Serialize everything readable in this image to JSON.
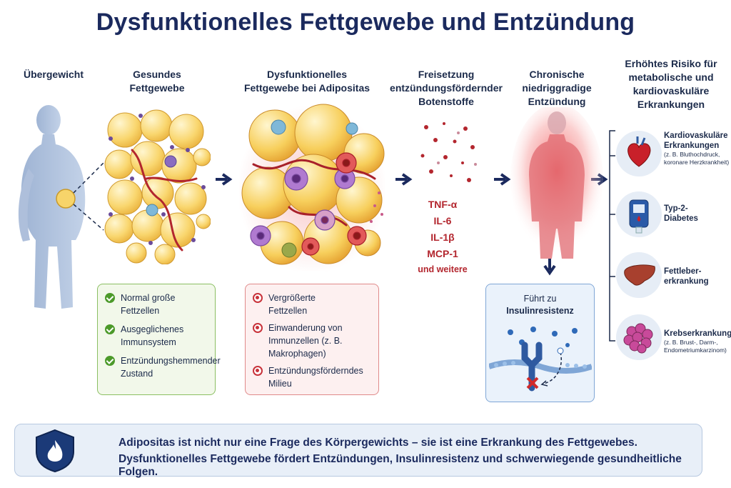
{
  "title": "Dysfunktionelles Fettgewebe und Entzündung",
  "columns": {
    "overweight": "Übergewicht",
    "healthy": [
      "Gesundes",
      "Fettgewebe"
    ],
    "dysfunctional": [
      "Dysfunktionelles",
      "Fettgewebe bei Adipositas"
    ],
    "release": [
      "Freisetzung",
      "entzündungsfördernder",
      "Botenstoffe"
    ],
    "inflammation": [
      "Chronische",
      "niedriggradige",
      "Entzündung"
    ],
    "risk": [
      "Erhöhtes Risiko für",
      "metabolische und",
      "kardiovaskuläre",
      "Erkrankungen"
    ]
  },
  "cytokines": [
    "TNF-α",
    "IL-6",
    "IL-1β",
    "MCP-1",
    "und weitere"
  ],
  "healthy_items": [
    [
      "Normal große",
      "Fettzellen"
    ],
    [
      "Ausgeglichenes",
      "Immunsystem"
    ],
    [
      "Entzündungshemmender",
      "Zustand"
    ]
  ],
  "dysfunctional_items": [
    [
      "Vergrößerte",
      "Fettzellen"
    ],
    [
      "Einwanderung von",
      "Immunzellen (z. B.",
      "Makrophagen)"
    ],
    [
      "Entzündungsförderndes",
      "Milieu"
    ]
  ],
  "insulin": {
    "heading": [
      "Führt zu",
      "Insulinresistenz"
    ]
  },
  "risks": [
    {
      "name": [
        "Kardiovaskuläre",
        "Erkrankungen"
      ],
      "sub": [
        "(z. B. Bluthochdruck,",
        "koronare Herzkrankheit)"
      ],
      "icon": "heart-icon"
    },
    {
      "name": [
        "Typ-2-",
        "Diabetes"
      ],
      "sub": [],
      "icon": "glucometer-icon"
    },
    {
      "name": [
        "Fettleber-",
        "erkrankung"
      ],
      "sub": [],
      "icon": "liver-icon"
    },
    {
      "name": [
        "Krebserkrankungen"
      ],
      "sub": [
        "(z. B. Brust-, Darm-,",
        "Endometriumkarzinom)"
      ],
      "icon": "tumor-icon"
    }
  ],
  "banner": {
    "line1": "Adipositas ist nicht nur eine Frage des Körpergewichts – sie ist eine Erkrankung des Fettgewebes.",
    "line2": "Dysfunktionelles Fettgewebe fördert Entzündungen, Insulinresistenz und schwerwiegende gesundheitliche Folgen.",
    "icon": "shield-flame-icon"
  },
  "colors": {
    "navy": "#1b2a5e",
    "red": "#b3262e",
    "green": "#4c9a2a",
    "fat": "#f7d46a"
  }
}
